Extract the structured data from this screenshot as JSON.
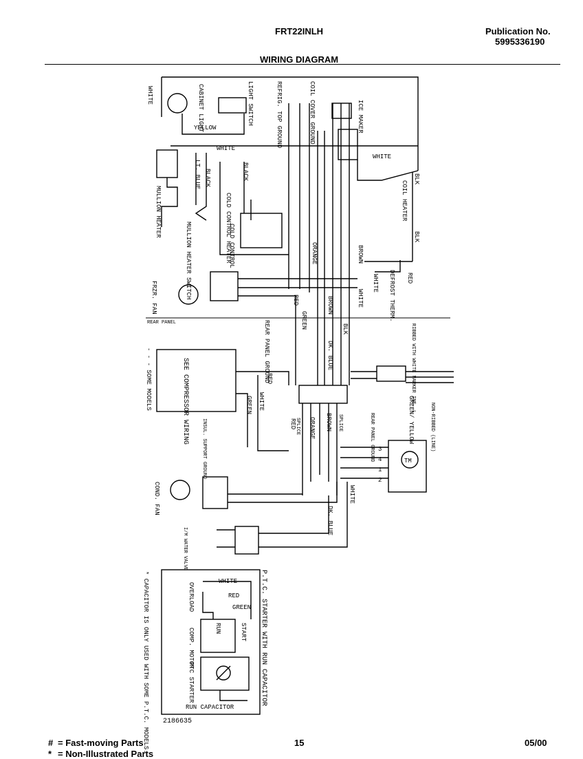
{
  "header": {
    "model": "FRT22INLH",
    "publication_label": "Publication No.",
    "publication_number": "5995336190",
    "title": "WIRING DIAGRAM"
  },
  "labels": {
    "white": "WHITE",
    "cabinet_light": "CABINET LIGHT",
    "refrig_top_ground": "REFRIG. TOP GROUND",
    "light_switch": "LIGHT SWITCH",
    "coil_cover_ground": "COIL COVER GROUND",
    "ice_maker": "ICE MAKER",
    "yellow": "YELLOW",
    "mullion_heater": "MULLION HEATER",
    "lt_blue": "LT. BLUE",
    "black": "BLACK",
    "cold_control_heater": "COLD CONTROL HEATER",
    "mullion_heater_switch": "MULLION HEATER SWITCH",
    "cold_control": "COLD CONTROL",
    "blk": "BLK",
    "coil_heater": "COIL HEATER",
    "orange": "ORANGE",
    "brown": "BROWN",
    "red": "RED",
    "defrost_therm": "DEFROST THERM.",
    "frz_fan": "FRZR. FAN",
    "green": "GREEN",
    "rear_panel": "REAR PANEL",
    "rear_panel_ground": "REAR PANEL GROUND",
    "dk_blue": "DK. BLUE",
    "ribbed_with_white_marker": "RIBBED WITH WHITE MARKER INE. L",
    "see_compressor_wiring": "SEE COMPRESSOR WIRING",
    "some_models": "- - - SOME MODELS",
    "insul_support_ground": "INSUL. SUPPORT GROUND",
    "green_yellow": "GREEN/ YELLOW",
    "non_ribbed_line": "NON-RIBBED (LINE)",
    "splice": "SPLICE",
    "tm": "TM",
    "cond_fan": "COND. FAN",
    "water_valve": "I/M WATER VALVE",
    "ptc_starter_title": "P.T.C. STARTER WITH RUN CAPACITOR",
    "capacitor_note": "* CAPACITOR IS ONLY USED WITH SOME P.T.C. MODELS.",
    "overload": "OVERLOAD",
    "comp_motor": "COMP. MOTOR",
    "ptc_starter": "PTC STARTER",
    "run": "RUN",
    "start": "START",
    "run_capacitor": "RUN CAPACITOR",
    "part_number": "2186635"
  },
  "timer_terminals": [
    "3",
    "4",
    "1",
    "2"
  ],
  "footer": {
    "legend_fast_symbol": "#",
    "legend_fast_text": "=  Fast-moving Parts",
    "legend_non_symbol": "*",
    "legend_non_text": "=  Non-Illustrated Parts",
    "page": "15",
    "date": "05/00"
  }
}
